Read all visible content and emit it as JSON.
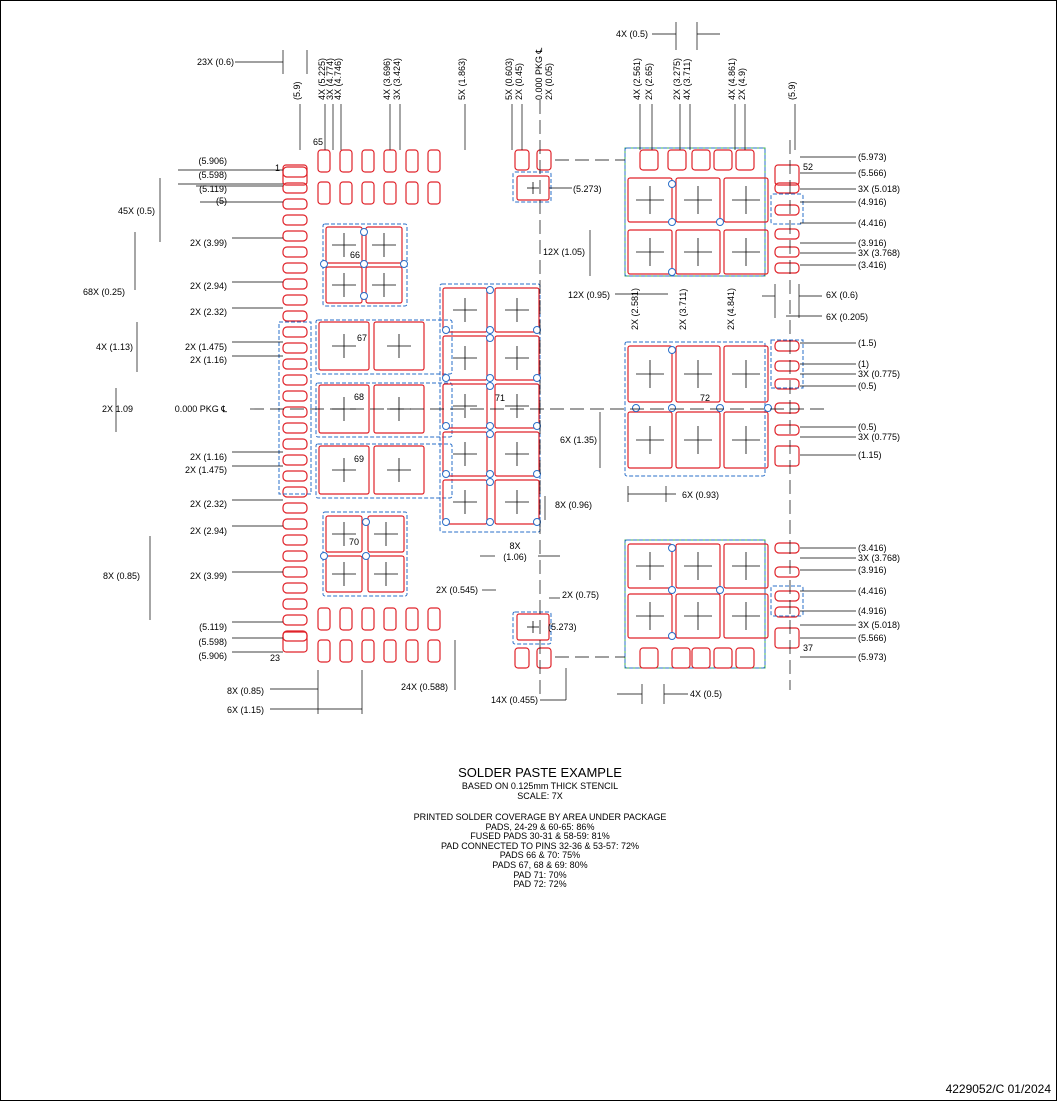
{
  "title": "SOLDER PASTE EXAMPLE",
  "stencil_note": "BASED ON 0.125mm THICK STENCIL",
  "scale": "SCALE: 7X",
  "coverage": {
    "heading": "PRINTED SOLDER COVERAGE BY AREA UNDER PACKAGE",
    "lines": [
      "PADS, 24-29 & 60-65: 86%",
      "FUSED PADS 30-31 & 58-59: 81%",
      "PAD CONNECTED TO PINS 32-36 & 53-57: 72%",
      "PADS 66 & 70: 75%",
      "PADS 67, 68 & 69: 80%",
      "PAD 71: 70%",
      "PAD 72: 72%"
    ]
  },
  "doc_number": "4229052/C   01/2024",
  "colors": {
    "pad": "#e0232a",
    "mask": "#2a6fc9",
    "outline": "#3cb44b",
    "line": "#000000"
  },
  "pad_labels": [
    "1",
    "65",
    "66",
    "67",
    "68",
    "69",
    "70",
    "71",
    "72",
    "52",
    "37",
    "23"
  ],
  "dims_left": [
    "23X (0.6)",
    "(5.906)",
    "(5.598)",
    "(5.119)",
    "(5)",
    "45X (0.5)",
    "2X (3.99)",
    "2X (2.94)",
    "68X (0.25)",
    "2X (2.32)",
    "4X (1.13)",
    "2X (1.475)",
    "2X (1.16)",
    "2X 1.09",
    "0.000 PKG ℄",
    "2X (1.16)",
    "2X (1.475)",
    "2X (2.32)",
    "2X (2.94)",
    "8X (0.85)",
    "2X (3.99)",
    "(5.119)",
    "(5.598)",
    "(5.906)",
    "8X (0.85)",
    "6X (1.15)",
    "24X (0.588)"
  ],
  "dims_top": [
    "(5.9)",
    "4X (5.225)",
    "3X (4.774)",
    "4X (4.746)",
    "4X (3.696)",
    "3X (3.424)",
    "5X (1.863)",
    "5X (0.603)",
    "2X (0.45)",
    "0.000 PKG ℄",
    "2X (0.05)",
    "4X (0.5)",
    "4X (2.561)",
    "2X (2.65)",
    "2X (3.275)",
    "4X (3.711)",
    "4X (4.861)",
    "2X (4.9)",
    "(5.9)"
  ],
  "dims_right": [
    "(5.973)",
    "(5.566)",
    "3X (5.018)",
    "(4.916)",
    "(4.416)",
    "(3.916)",
    "3X (3.768)",
    "(3.416)",
    "6X (0.6)",
    "6X (0.205)",
    "(1.5)",
    "(1)",
    "3X (0.775)",
    "(0.5)",
    "(0.5)",
    "3X (0.775)",
    "(1.15)",
    "(3.416)",
    "3X (3.768)",
    "(3.916)",
    "(4.416)",
    "(4.916)",
    "3X (5.018)",
    "(5.566)",
    "(5.973)"
  ],
  "dims_misc": [
    "(5.273)",
    "12X (1.05)",
    "12X (0.95)",
    "2X (2.581)",
    "2X (3.711)",
    "2X (4.841)",
    "6X (1.35)",
    "6X (0.93)",
    "8X (0.96)",
    "8X",
    "(1.06)",
    "2X (0.545)",
    "2X (0.75)",
    "(5.273)",
    "14X (0.455)",
    "4X (0.5)"
  ]
}
